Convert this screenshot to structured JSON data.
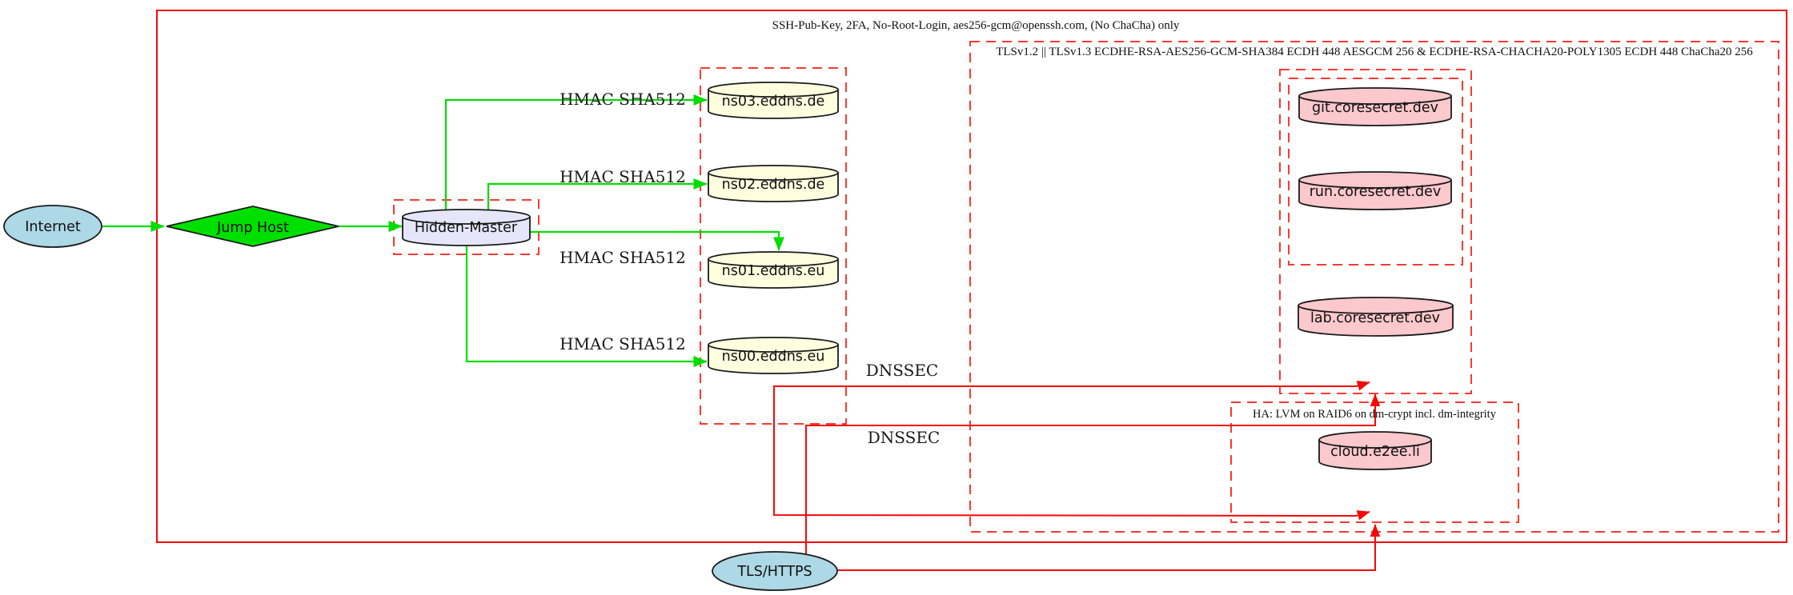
{
  "diagram": {
    "clusters": {
      "ssh": {
        "label": "SSH-Pub-Key, 2FA, No-Root-Login, aes256-gcm@openssh.com, (No ChaCha) only"
      },
      "tls": {
        "label": "TLSv1.2 || TLSv1.3 ECDHE-RSA-AES256-GCM-SHA384 ECDH 448 AESGCM 256 & ECDHE-RSA-CHACHA20-POLY1305 ECDH 448 ChaCha20 256"
      },
      "ha": {
        "label": "HA: LVM on RAID6 on dm-crypt incl. dm-integrity"
      }
    },
    "nodes": {
      "internet": {
        "label": "Internet",
        "shape": "ellipse",
        "fill": "#ADD8E6"
      },
      "jump_host": {
        "label": "Jump Host",
        "shape": "diamond",
        "fill": "#00E000"
      },
      "hidden_master": {
        "label": "Hidden-Master",
        "shape": "cylinder",
        "fill": "#E6E6FA"
      },
      "ns03": {
        "label": "ns03.eddns.de",
        "shape": "cylinder",
        "fill": "#FFFFE0"
      },
      "ns02": {
        "label": "ns02.eddns.de",
        "shape": "cylinder",
        "fill": "#FFFFE0"
      },
      "ns01": {
        "label": "ns01.eddns.eu",
        "shape": "cylinder",
        "fill": "#FFFFE0"
      },
      "ns00": {
        "label": "ns00.eddns.eu",
        "shape": "cylinder",
        "fill": "#FFFFE0"
      },
      "git": {
        "label": "git.coresecret.dev",
        "shape": "cylinder",
        "fill": "#FBC8CC"
      },
      "run": {
        "label": "run.coresecret.dev",
        "shape": "cylinder",
        "fill": "#FBC8CC"
      },
      "lab": {
        "label": "lab.coresecret.dev",
        "shape": "cylinder",
        "fill": "#FBC8CC"
      },
      "cloud": {
        "label": "cloud.e2ee.li",
        "shape": "cylinder",
        "fill": "#FBC8CC"
      },
      "tls_https": {
        "label": "TLS/HTTPS",
        "shape": "ellipse",
        "fill": "#ADD8E6"
      }
    },
    "edge_labels": {
      "hmac": "HMAC SHA512",
      "dnssec": "DNSSEC"
    },
    "colors": {
      "secure_edge": "#00DD00",
      "tls_edge": "#F40808",
      "boundary_solid": "#F40808",
      "boundary_dashed": "#F63A30",
      "dns_node_fill": "#FFFFE0",
      "service_node_fill": "#FBC8CC",
      "master_node_fill": "#E6E6FA",
      "endpoint_fill": "#ADD8E6"
    }
  }
}
